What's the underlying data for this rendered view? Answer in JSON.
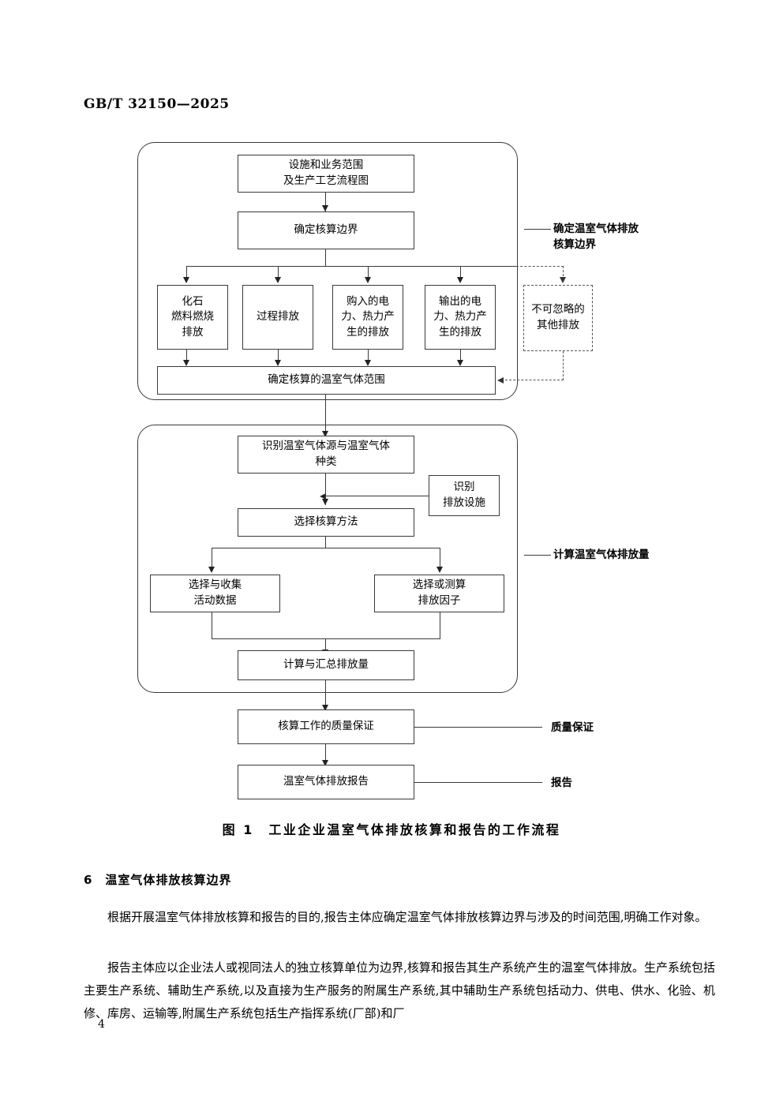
{
  "header": {
    "standard_id": "GB/T 32150—2025"
  },
  "footer": {
    "page_number": "4"
  },
  "figure": {
    "caption": "图 1　工业企业温室气体排放核算和报告的工作流程",
    "boxes": {
      "scope": "设施和业务范围\n及生产工艺流程图",
      "boundary": "确定核算边界",
      "fossil": "化石\n燃料燃烧\n排放",
      "process": "过程排放",
      "purchased": "购入的电\n力、热力产\n生的排放",
      "exported": "输出的电\n力、热力产\n生的排放",
      "other": "不可忽略的\n其他排放",
      "gas_scope": "确定核算的温室气体范围",
      "identify_source": "识别温室气体源与温室气体\n种类",
      "identify_facility": "识别\n排放设施",
      "method": "选择核算方法",
      "activity_data": "选择与收集\n活动数据",
      "emission_factor": "选择或测算\n排放因子",
      "calc_total": "计算与汇总排放量",
      "quality": "核算工作的质量保证",
      "report": "温室气体排放报告"
    },
    "stage_labels": {
      "boundary_stage": "确定温室气体排放\n核算边界",
      "calc_stage": "计算温室气体排放量",
      "quality_stage": "质量保证",
      "report_stage": "报告"
    }
  },
  "body": {
    "section_heading": "6　温室气体排放核算边界",
    "paragraph_1": "根据开展温室气体排放核算和报告的目的,报告主体应确定温室气体排放核算边界与涉及的时间范围,明确工作对象。",
    "paragraph_2": "报告主体应以企业法人或视同法人的独立核算单位为边界,核算和报告其生产系统产生的温室气体排放。生产系统包括主要生产系统、辅助生产系统,以及直接为生产服务的附属生产系统,其中辅助生产系统包括动力、供电、供水、化验、机修、库房、运输等,附属生产系统包括生产指挥系统(厂部)和厂"
  }
}
